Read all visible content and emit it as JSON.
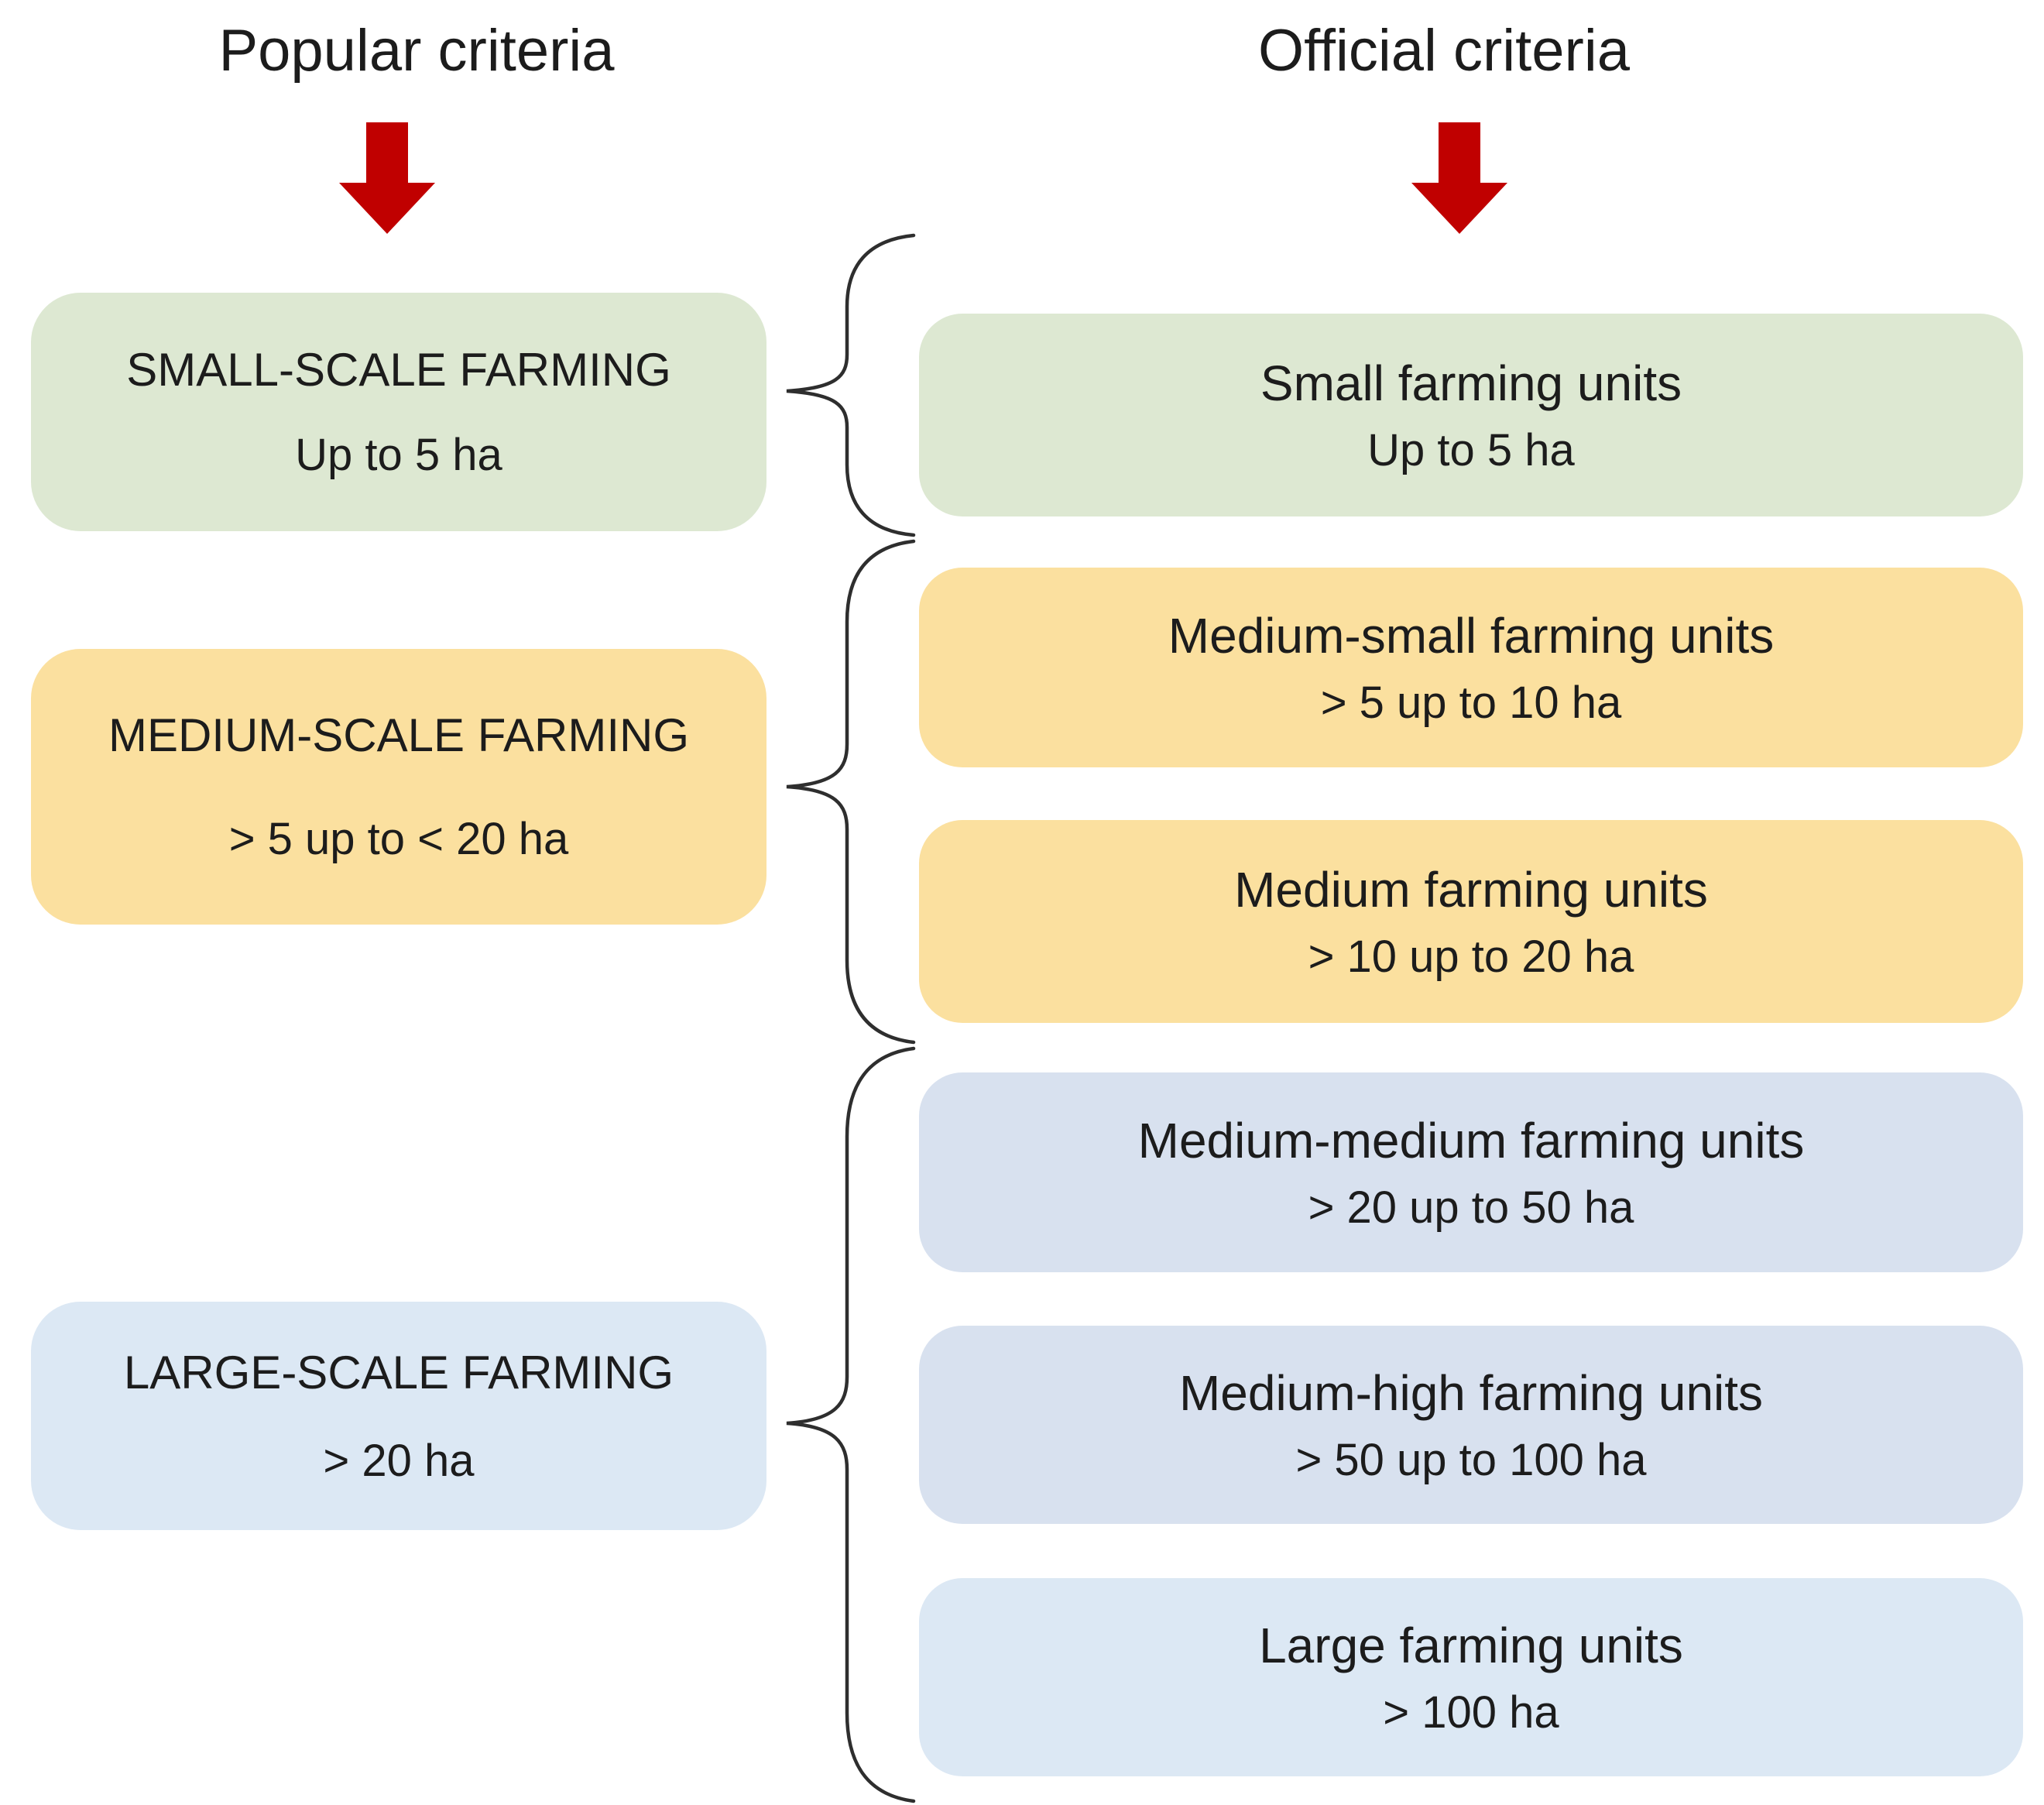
{
  "colors": {
    "green": "#dde8d2",
    "yellow": "#fbe09f",
    "blue_medium": "#d8e1ef",
    "blue_light": "#dce8f4",
    "arrow_red": "#c00000",
    "text": "#1c1c1c",
    "brace": "#2e2e2e"
  },
  "popular": {
    "heading": "Popular criteria",
    "boxes": [
      {
        "title": "SMALL-SCALE FARMING",
        "range": "Up to 5 ha",
        "color": "green"
      },
      {
        "title": "MEDIUM-SCALE FARMING",
        "range": "> 5 up to < 20 ha",
        "color": "yellow"
      },
      {
        "title": "LARGE-SCALE FARMING",
        "range": "> 20 ha",
        "color": "blue_light"
      }
    ]
  },
  "official": {
    "heading": "Official criteria",
    "boxes": [
      {
        "title": "Small farming units",
        "range": "Up to 5 ha",
        "color": "green"
      },
      {
        "title": "Medium-small farming units",
        "range": "> 5 up to 10 ha",
        "color": "yellow"
      },
      {
        "title": "Medium farming units",
        "range": "> 10 up to 20 ha",
        "color": "yellow"
      },
      {
        "title": "Medium-medium farming units",
        "range": "> 20 up to 50 ha",
        "color": "blue_medium"
      },
      {
        "title": "Medium-high farming units",
        "range": "> 50 up to 100 ha",
        "color": "blue_medium"
      },
      {
        "title": "Large farming units",
        "range": "> 100 ha",
        "color": "blue_light"
      }
    ]
  }
}
